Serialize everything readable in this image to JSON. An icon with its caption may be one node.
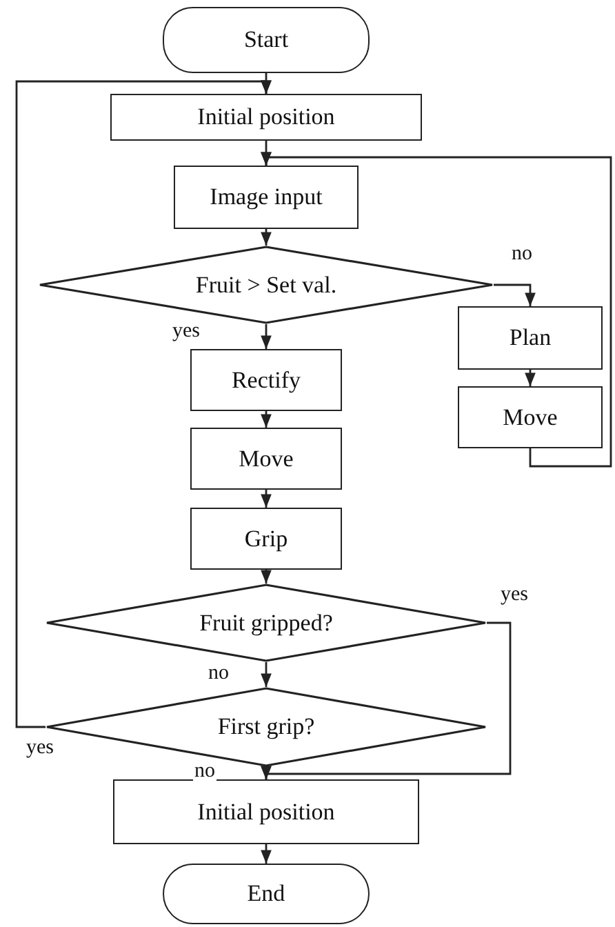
{
  "diagram": {
    "nodes": [
      {
        "text": [
          "Start"
        ]
      },
      {
        "text": [
          "Initial position"
        ]
      },
      {
        "text": [
          "Image input"
        ]
      },
      {
        "text": [
          "Fruit > Set val."
        ]
      },
      {
        "text": [
          "Plan"
        ]
      },
      {
        "text": [
          "Move"
        ]
      },
      {
        "text": [
          "Rectify"
        ]
      },
      {
        "text": [
          "Move"
        ]
      },
      {
        "text": [
          "Grip"
        ]
      },
      {
        "text": [
          "Fruit gripped?"
        ]
      },
      {
        "text": [
          "First grip?"
        ]
      },
      {
        "text": [
          "Initial position"
        ]
      },
      {
        "text": [
          "End"
        ]
      }
    ],
    "edges": [
      {
        "from": 0,
        "to": 1,
        "arrow": "to"
      },
      {
        "from": 1,
        "to": 2,
        "arrow": "to"
      },
      {
        "from": 2,
        "to": 3,
        "arrow": "to"
      },
      {
        "from": 3,
        "to": 4,
        "arrow": "to",
        "label": "no"
      },
      {
        "from": 3,
        "to": 6,
        "arrow": "to",
        "label": "yes"
      },
      {
        "from": 4,
        "to": 5,
        "arrow": "to"
      },
      {
        "from": 5,
        "to": 2,
        "arrow": "to"
      },
      {
        "from": 6,
        "to": 7,
        "arrow": "to"
      },
      {
        "from": 7,
        "to": 8,
        "arrow": "to"
      },
      {
        "from": 8,
        "to": 9,
        "arrow": "to"
      },
      {
        "from": 9,
        "to": 10,
        "arrow": "to",
        "label": "no"
      },
      {
        "from": 9,
        "to": 11,
        "arrow": "to",
        "label": "yes"
      },
      {
        "from": 10,
        "to": 11,
        "arrow": "to",
        "label": "no"
      },
      {
        "from": 10,
        "to": 1,
        "arrow": "to",
        "label": "yes"
      },
      {
        "from": 11,
        "to": 12,
        "arrow": "to"
      }
    ]
  }
}
